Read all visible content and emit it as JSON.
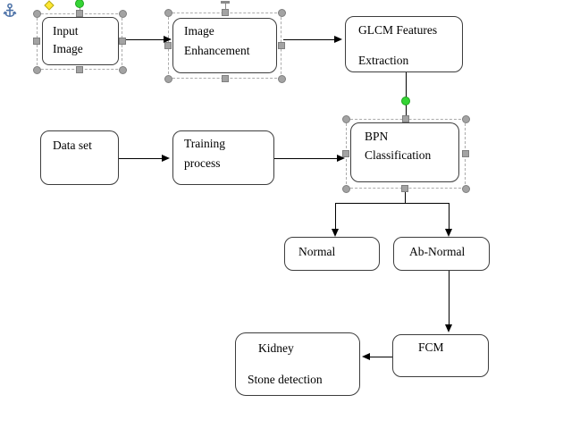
{
  "colors": {
    "background": "#ffffff",
    "box_fill": "#ffffff",
    "box_border": "#3d3d3d",
    "text": "#000000",
    "connector": "#000000",
    "selection_dash": "#ababab",
    "handle_gray": "#a3a3a3",
    "handle_gray_border": "#7f7f7f",
    "rotation_handle": "#35d435",
    "rotation_handle_border": "#1fa31f",
    "adjust_handle": "#ffe733",
    "adjust_handle_border": "#b3a818",
    "anchor": "#4e73a8"
  },
  "nodes": {
    "input_image": {
      "lines": [
        "Input",
        "Image"
      ],
      "selected": true
    },
    "image_enhancement": {
      "lines": [
        "Image",
        "Enhancement"
      ],
      "selected": true
    },
    "glcm_features": {
      "lines": [
        "GLCM Features",
        "Extraction"
      ],
      "selected": false
    },
    "data_set": {
      "lines": [
        "Data set"
      ],
      "selected": false
    },
    "training_process": {
      "lines": [
        "Training",
        "process"
      ],
      "selected": false
    },
    "bpn_classification": {
      "lines": [
        "BPN",
        "Classification"
      ],
      "selected": true
    },
    "normal": {
      "lines": [
        "Normal"
      ],
      "selected": false
    },
    "ab_normal": {
      "lines": [
        "Ab-Normal"
      ],
      "selected": false
    },
    "fcm": {
      "lines": [
        "FCM"
      ],
      "selected": false
    },
    "kidney_stone": {
      "lines": [
        "Kidney",
        "Stone detection"
      ],
      "selected": false
    }
  },
  "edges": [
    {
      "from": "input_image",
      "to": "image_enhancement"
    },
    {
      "from": "image_enhancement",
      "to": "glcm_features"
    },
    {
      "from": "glcm_features",
      "to": "bpn_classification"
    },
    {
      "from": "data_set",
      "to": "training_process"
    },
    {
      "from": "training_process",
      "to": "bpn_classification"
    },
    {
      "from": "bpn_classification",
      "to": "normal"
    },
    {
      "from": "bpn_classification",
      "to": "ab_normal"
    },
    {
      "from": "ab_normal",
      "to": "fcm"
    },
    {
      "from": "fcm",
      "to": "kidney_stone"
    }
  ],
  "editor": {
    "anchor_visible": true,
    "selected_shapes": [
      "input_image",
      "image_enhancement",
      "bpn_classification"
    ]
  }
}
